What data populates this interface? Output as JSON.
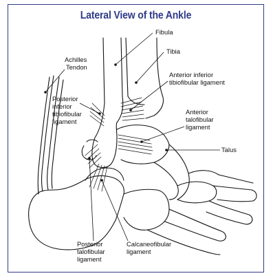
{
  "title": "Lateral View of the Ankle",
  "labels": {
    "fibula": "Fibula",
    "tibia": "Tibia",
    "achilles": [
      "Achilles",
      "Tendon"
    ],
    "anterior_inferior_tibiofibular": [
      "Anterior inferior",
      "tibiofibular ligament"
    ],
    "posterior_inferior_tibiofibular": [
      "Posterior",
      "inferior",
      "tibiofibular",
      "ligament"
    ],
    "anterior_talofibular": [
      "Anterior",
      "talofibular",
      "ligament"
    ],
    "talus": "Talus",
    "posterior_talofibular": [
      "Posterior",
      "talofibular",
      "ligament"
    ],
    "calcaneofibular": [
      "Calcaneofibular",
      "ligament"
    ]
  },
  "colors": {
    "frame": "#2f3b88",
    "title": "#2f3b88",
    "line": "#111111"
  }
}
